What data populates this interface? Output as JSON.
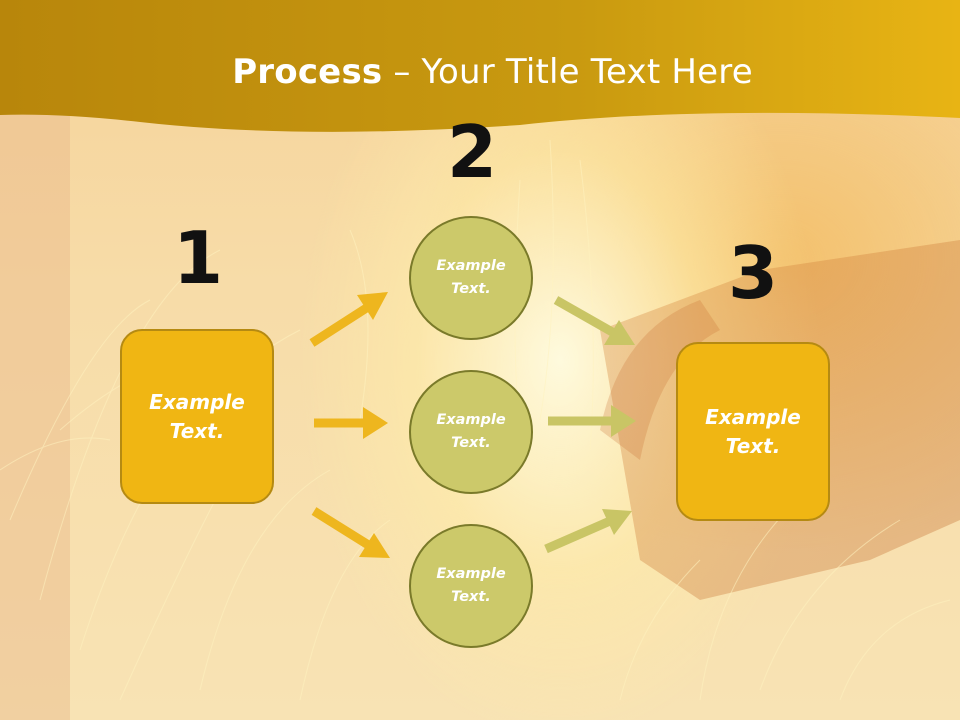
{
  "header": {
    "title_bold": "Process",
    "title_rest": " – Your Title Text Here"
  },
  "steps": {
    "step1": {
      "number": "1",
      "text_line1": "Example",
      "text_line2": "Text."
    },
    "step2": {
      "number": "2",
      "circles": [
        {
          "line1": "Example",
          "line2": "Text."
        },
        {
          "line1": "Example",
          "line2": "Text."
        },
        {
          "line1": "Example",
          "line2": "Text."
        }
      ]
    },
    "step3": {
      "number": "3",
      "text_line1": "Example",
      "text_line2": "Text."
    }
  },
  "colors": {
    "header_band": "#c8920a",
    "box_fill": "#f0b613",
    "circle_fill": "#ccc96a",
    "arrow_left": "#eeb61e",
    "arrow_right": "#c9c565"
  }
}
